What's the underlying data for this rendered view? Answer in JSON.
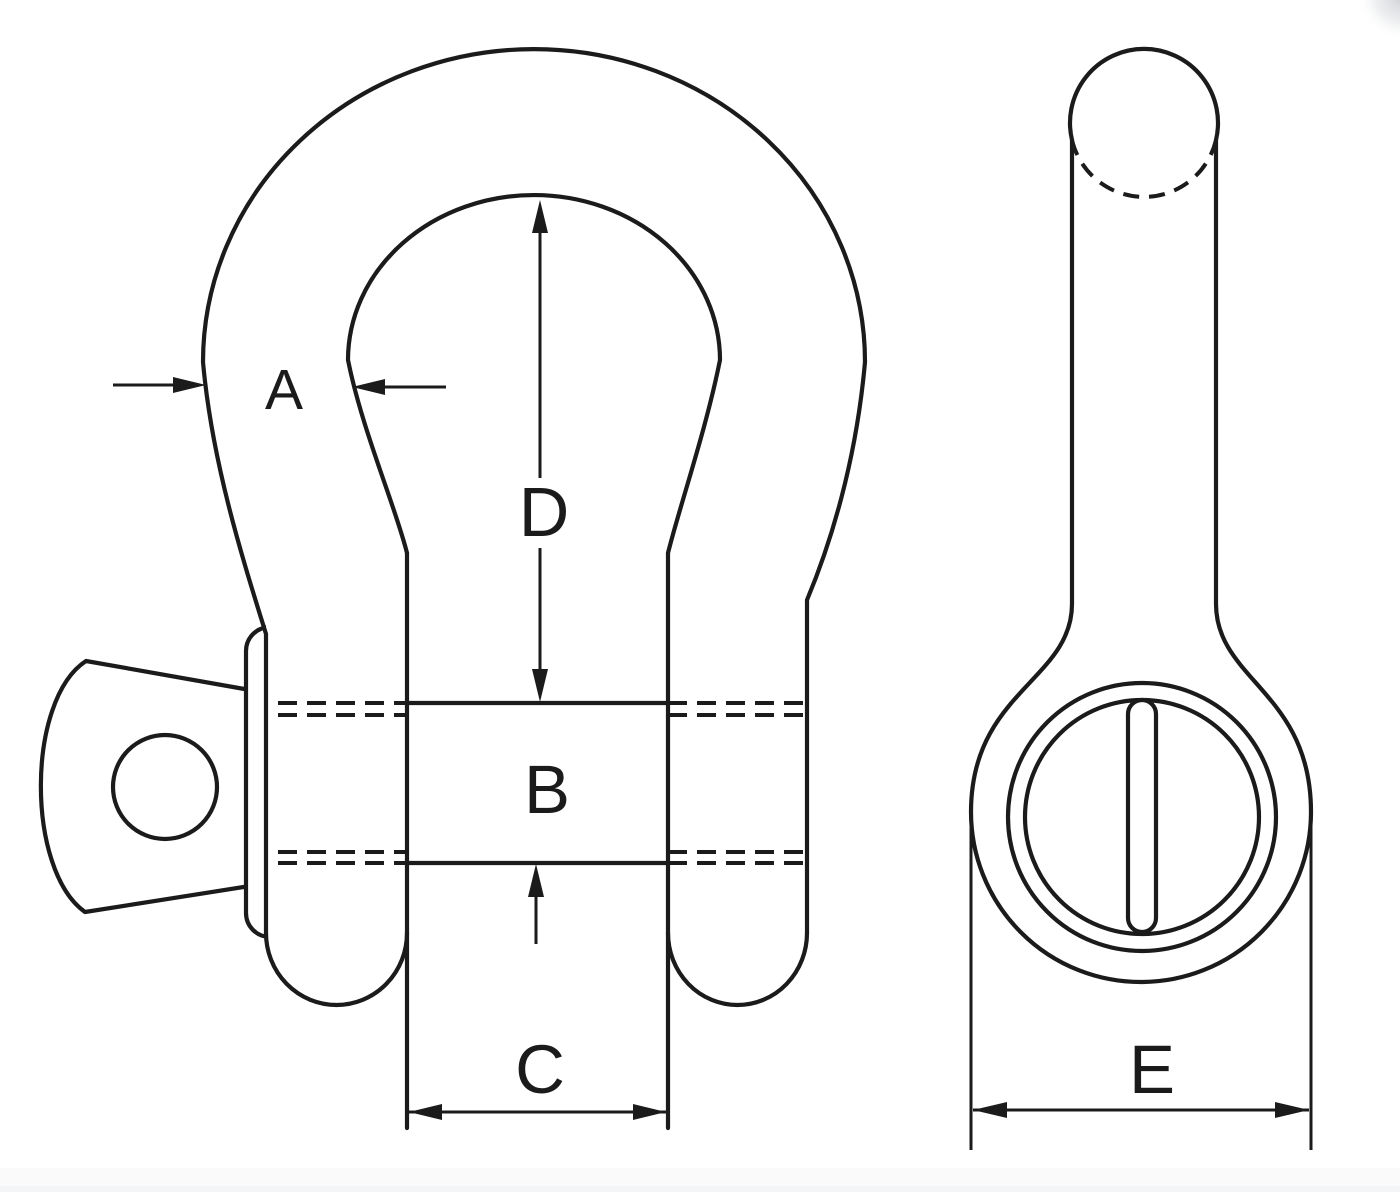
{
  "figure": {
    "description": "Dimensioned line drawing of a bow (anchor) shackle with screw pin: front view on the left, side view on the right",
    "letters": {
      "a": "A",
      "b": "B",
      "c": "C",
      "d": "D",
      "e": "E"
    }
  },
  "colors": {
    "line": "#1b1b1b",
    "background": "#ffffff",
    "footer_strip": "#fafafa"
  }
}
